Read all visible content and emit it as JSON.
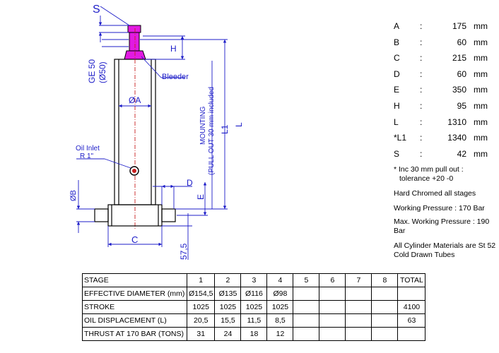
{
  "drawing": {
    "label_s": "S",
    "label_h": "H",
    "label_bleeder": "Bleeder",
    "label_ge_line1": "GE 50",
    "label_ge_line2": "(Ø50)",
    "label_dia_a": "ØA",
    "label_oil_inlet_line1": "Oil Inlet",
    "label_oil_inlet_line2": "R 1\"",
    "label_dia_b": "ØB",
    "label_d": "D",
    "label_e": "E",
    "label_c": "C",
    "label_57": "57,5",
    "label_mount_line1": "MOUNTING",
    "label_mount_line2": "(PULL OUT 30 mm included",
    "label_l1": "L1",
    "label_l": "L",
    "colors": {
      "blue": "#1c1cc8",
      "magenta": "#e21ae2",
      "red": "#c81e1e"
    }
  },
  "specs": [
    {
      "key": "A",
      "colon": ":",
      "value": "175",
      "unit": "mm"
    },
    {
      "key": "B",
      "colon": ":",
      "value": "60",
      "unit": "mm"
    },
    {
      "key": "C",
      "colon": ":",
      "value": "215",
      "unit": "mm"
    },
    {
      "key": "D",
      "colon": ":",
      "value": "60",
      "unit": "mm"
    },
    {
      "key": "E",
      "colon": ":",
      "value": "350",
      "unit": "mm"
    },
    {
      "key": "H",
      "colon": ":",
      "value": "95",
      "unit": "mm"
    },
    {
      "key": "L",
      "colon": ":",
      "value": "1310",
      "unit": "mm"
    },
    {
      "key": "*L1",
      "colon": ":",
      "value": "1340",
      "unit": "mm"
    },
    {
      "key": "S",
      "colon": ":",
      "value": "42",
      "unit": "mm"
    }
  ],
  "notes": {
    "pullout_line1": "* Inc 30 mm pull out :",
    "pullout_line2": "tolerance +20 -0",
    "hard_chromed": "Hard Chromed all stages",
    "working_pressure": "Working Pressure : 170 Bar",
    "max_pressure": "Max. Working Pressure : 190 Bar",
    "materials": "All Cylinder Materials are St 52 Cold Drawn Tubes"
  },
  "table": {
    "rows": [
      [
        "STAGE",
        "1",
        "2",
        "3",
        "4",
        "5",
        "6",
        "7",
        "8",
        "TOTAL"
      ],
      [
        "EFFECTIVE DIAMETER (mm)",
        "Ø154,5",
        "Ø135",
        "Ø116",
        "Ø98",
        "",
        "",
        "",
        "",
        ""
      ],
      [
        "STROKE",
        "1025",
        "1025",
        "1025",
        "1025",
        "",
        "",
        "",
        "",
        "4100"
      ],
      [
        "OIL DISPLACEMENT (L)",
        "20,5",
        "15,5",
        "11,5",
        "8,5",
        "",
        "",
        "",
        "",
        "63"
      ],
      [
        "THRUST AT 170 BAR (TONS)",
        "31",
        "24",
        "18",
        "12",
        "",
        "",
        "",
        "",
        ""
      ]
    ]
  }
}
